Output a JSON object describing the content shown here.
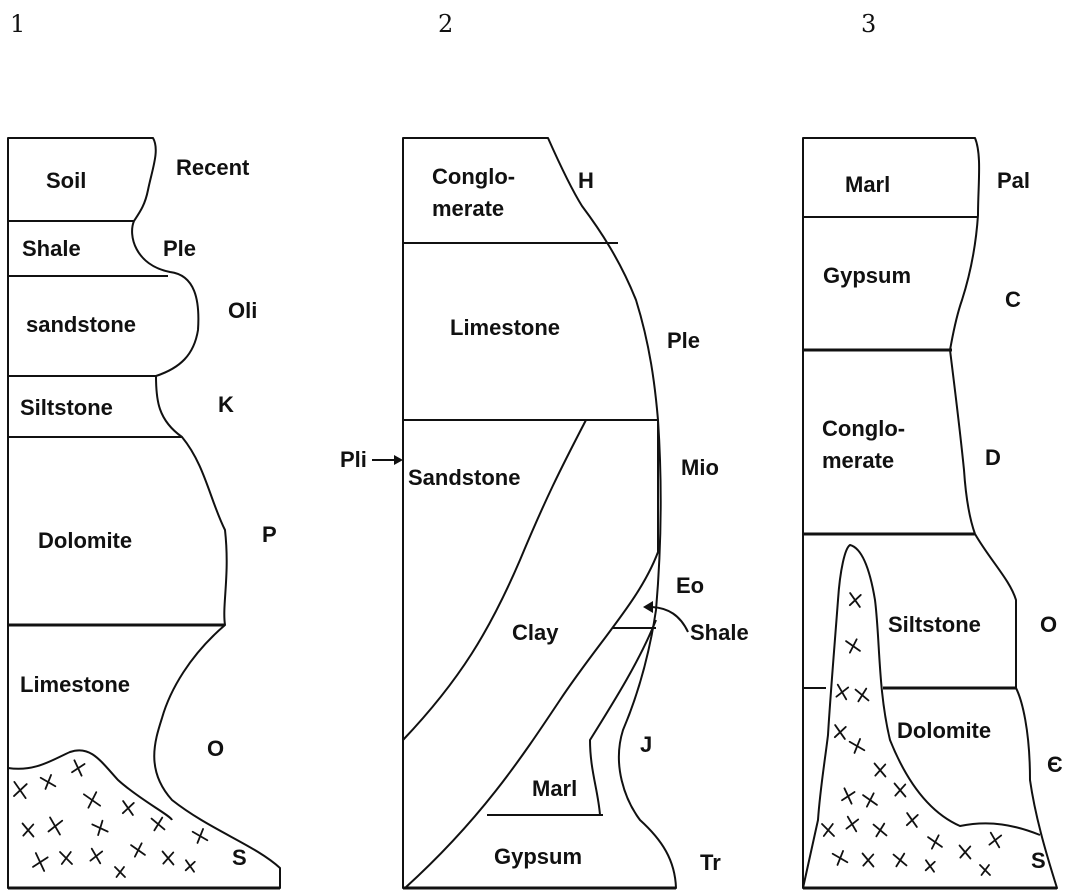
{
  "columns": [
    {
      "number": "1",
      "layers": [
        {
          "rock": "Soil",
          "age": "Recent"
        },
        {
          "rock": "Shale",
          "age": "Ple"
        },
        {
          "rock": "sandstone",
          "age": "Oli"
        },
        {
          "rock": "Siltstone",
          "age": "K"
        },
        {
          "rock": "Dolomite",
          "age": "P"
        },
        {
          "rock": "Limestone",
          "age": "O"
        },
        {
          "rock": "",
          "age": "S"
        }
      ]
    },
    {
      "number": "2",
      "layers": [
        {
          "rock_line1": "Conglo-",
          "rock_line2": "merate",
          "age": "H"
        },
        {
          "rock": "Limestone",
          "age": "Ple"
        },
        {
          "rock": "Sandstone",
          "age": "Mio"
        },
        {
          "rock": "Clay",
          "age": "Eo"
        },
        {
          "rock": "",
          "age": "J"
        },
        {
          "rock": "Marl",
          "age": ""
        },
        {
          "rock": "Gypsum",
          "age": "Tr"
        }
      ],
      "side_labels": {
        "left": "Pli",
        "right": "Shale"
      }
    },
    {
      "number": "3",
      "layers": [
        {
          "rock": "Marl",
          "age": "Pal"
        },
        {
          "rock": "Gypsum",
          "age": "C"
        },
        {
          "rock_line1": "Conglo-",
          "rock_line2": "merate",
          "age": "D"
        },
        {
          "rock": "Siltstone",
          "age": "O"
        },
        {
          "rock": "Dolomite",
          "age": "Є"
        },
        {
          "rock": "",
          "age": "S"
        }
      ]
    }
  ]
}
